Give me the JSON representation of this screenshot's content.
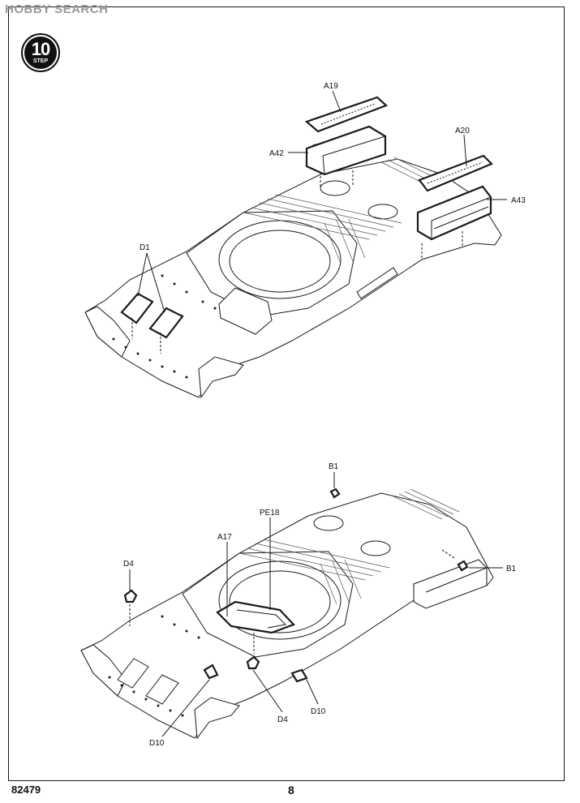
{
  "watermark": "HOBBY SEARCH",
  "step": {
    "number": "10",
    "word": "STEP"
  },
  "upper_assembly": {
    "labels": {
      "a19": "A19",
      "a42": "A42",
      "a20": "A20",
      "a43": "A43",
      "d1": "D1"
    }
  },
  "lower_assembly": {
    "labels": {
      "b1_top": "B1",
      "b1_right": "B1",
      "pe18": "PE18",
      "a17": "A17",
      "d4_left": "D4",
      "d4_bottom": "D4",
      "d10_right": "D10",
      "d10_left": "D10"
    }
  },
  "footer": {
    "product_code": "82479",
    "page_number": "8"
  }
}
